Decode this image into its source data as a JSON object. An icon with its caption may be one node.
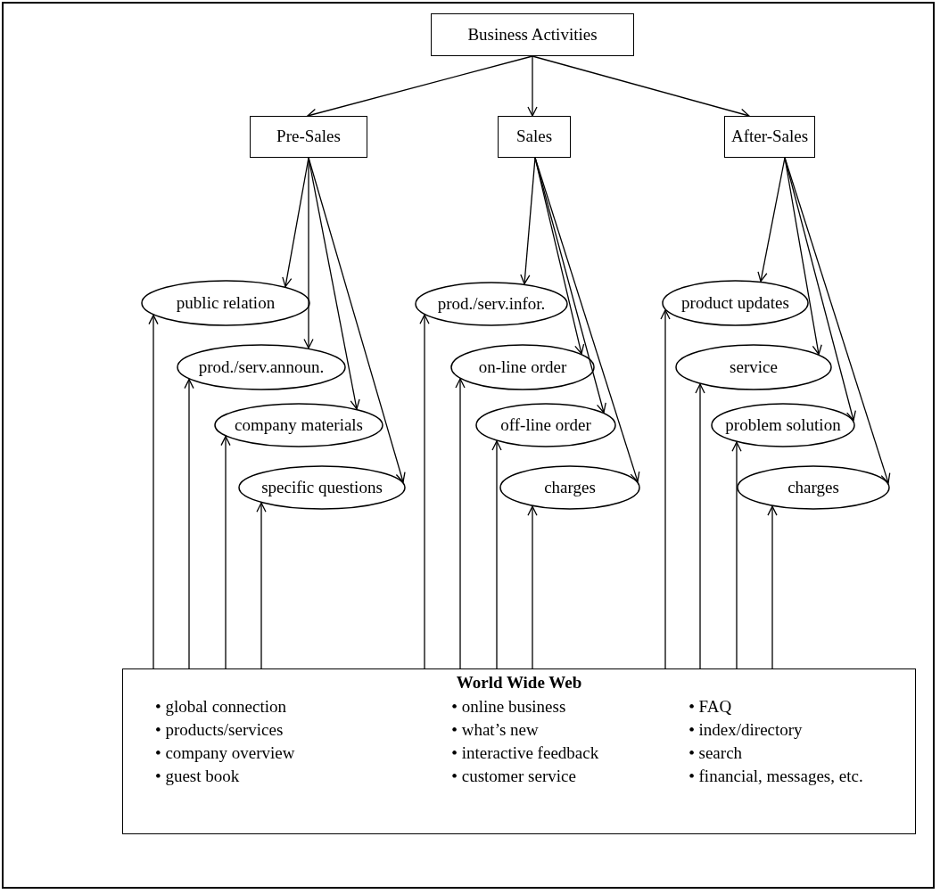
{
  "diagram": {
    "nodes": [
      {
        "text": [
          "Business Activities"
        ]
      },
      {
        "text": [
          "Pre-Sales"
        ]
      },
      {
        "text": [
          "Sales"
        ]
      },
      {
        "text": [
          "After-Sales"
        ]
      },
      {
        "text": [
          "public relation"
        ]
      },
      {
        "text": [
          "prod./serv.announ."
        ]
      },
      {
        "text": [
          "company materials"
        ]
      },
      {
        "text": [
          "specific questions"
        ]
      },
      {
        "text": [
          "prod./serv.infor."
        ]
      },
      {
        "text": [
          "on-line order"
        ]
      },
      {
        "text": [
          "off-line order"
        ]
      },
      {
        "text": [
          "charges"
        ]
      },
      {
        "text": [
          "product updates"
        ]
      },
      {
        "text": [
          "service"
        ]
      },
      {
        "text": [
          "problem solution"
        ]
      },
      {
        "text": [
          "charges"
        ]
      },
      {
        "text": [
          "World Wide Web",
          "• global connection",
          "• products/services",
          "• company overview",
          "• guest book",
          "• online business",
          "• what’s new",
          "• interactive feedback",
          "• customer service",
          "• FAQ",
          "• index/directory",
          "• search",
          "• financial, messages, etc."
        ]
      }
    ],
    "edges": [
      {
        "from": 0,
        "to": 1,
        "arrow": "to"
      },
      {
        "from": 0,
        "to": 2,
        "arrow": "to"
      },
      {
        "from": 0,
        "to": 3,
        "arrow": "to"
      },
      {
        "from": 1,
        "to": 4,
        "arrow": "to"
      },
      {
        "from": 1,
        "to": 5,
        "arrow": "to"
      },
      {
        "from": 1,
        "to": 6,
        "arrow": "to"
      },
      {
        "from": 1,
        "to": 7,
        "arrow": "to"
      },
      {
        "from": 2,
        "to": 8,
        "arrow": "to"
      },
      {
        "from": 2,
        "to": 9,
        "arrow": "to"
      },
      {
        "from": 2,
        "to": 10,
        "arrow": "to"
      },
      {
        "from": 2,
        "to": 11,
        "arrow": "to"
      },
      {
        "from": 3,
        "to": 12,
        "arrow": "to"
      },
      {
        "from": 3,
        "to": 13,
        "arrow": "to"
      },
      {
        "from": 3,
        "to": 14,
        "arrow": "to"
      },
      {
        "from": 3,
        "to": 15,
        "arrow": "to"
      },
      {
        "from": 16,
        "to": 4,
        "arrow": "to"
      },
      {
        "from": 16,
        "to": 5,
        "arrow": "to"
      },
      {
        "from": 16,
        "to": 6,
        "arrow": "to"
      },
      {
        "from": 16,
        "to": 7,
        "arrow": "to"
      },
      {
        "from": 16,
        "to": 8,
        "arrow": "to"
      },
      {
        "from": 16,
        "to": 9,
        "arrow": "to"
      },
      {
        "from": 16,
        "to": 10,
        "arrow": "to"
      },
      {
        "from": 16,
        "to": 11,
        "arrow": "to"
      },
      {
        "from": 16,
        "to": 12,
        "arrow": "to"
      },
      {
        "from": 16,
        "to": 13,
        "arrow": "to"
      },
      {
        "from": 16,
        "to": 14,
        "arrow": "to"
      },
      {
        "from": 16,
        "to": 15,
        "arrow": "to"
      }
    ]
  }
}
